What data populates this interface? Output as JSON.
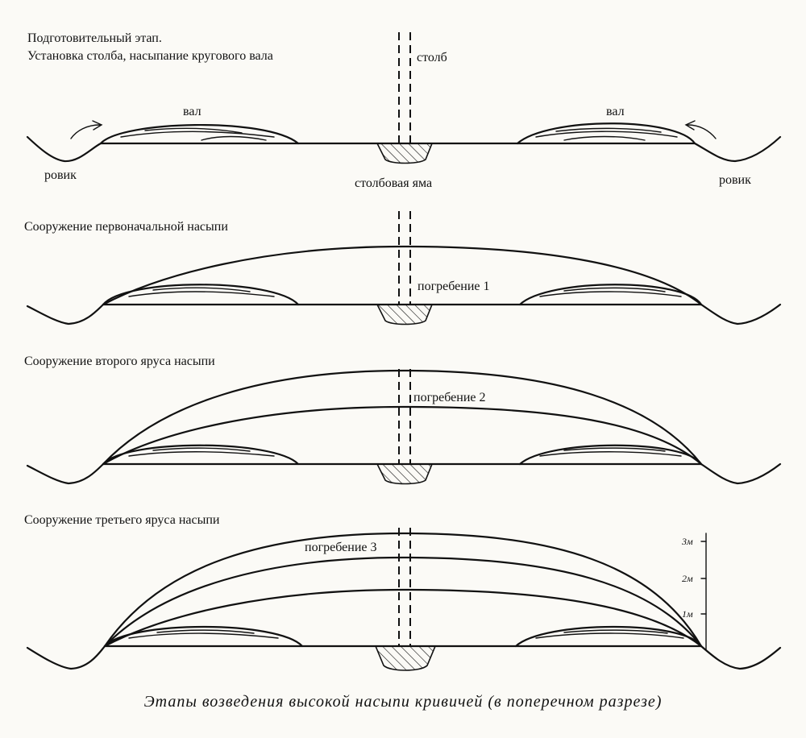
{
  "title_lines": [
    "Подготовительный этап.",
    "Установка столба, насыпание кругового вала"
  ],
  "labels": {
    "pillar": "столб",
    "rampart_left": "вал",
    "rampart_right": "вал",
    "ditch_left": "ровик",
    "ditch_right": "ровик",
    "pillar_pit": "столбовая яма"
  },
  "stages": [
    {
      "heading": "Сооружение первоначальной насыпи",
      "burial": "погребение 1"
    },
    {
      "heading": "Сооружение второго яруса насыпи",
      "burial": "погребение 2"
    },
    {
      "heading": "Сооружение третьего яруса насыпи",
      "burial": "погребение 3"
    }
  ],
  "scale": {
    "ticks": [
      "3м",
      "2м",
      "1м"
    ]
  },
  "caption": "Этапы возведения высокой насыпи кривичей (в поперечном разрезе)"
}
